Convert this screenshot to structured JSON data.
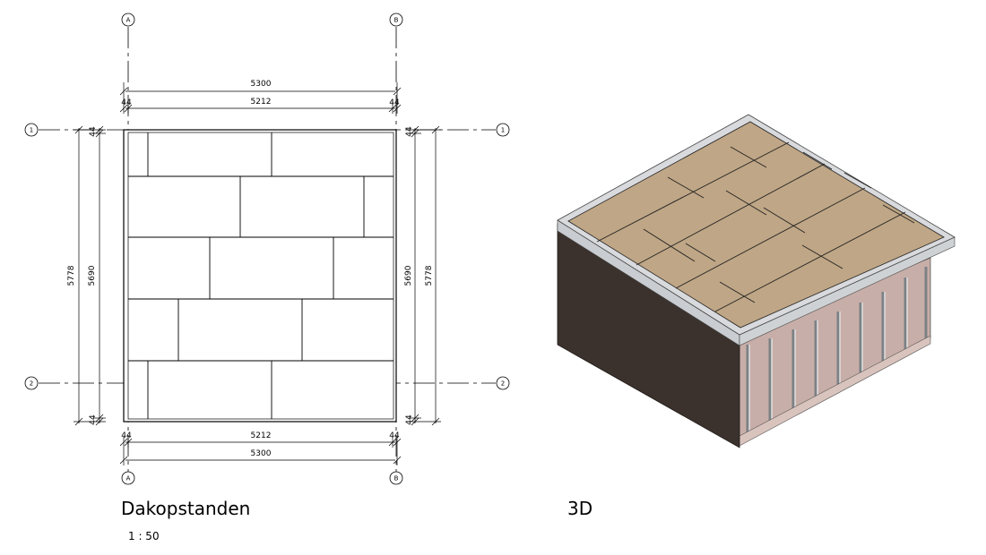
{
  "plan_view": {
    "title": "Dakopstanden",
    "scale": "1 : 50",
    "grids": {
      "a": "A",
      "b": "B",
      "one": "1",
      "two": "2"
    },
    "dimensions": {
      "overall_width": "5300",
      "inner_width": "5212",
      "overall_depth": "5778",
      "inner_depth": "5690",
      "edge_offset": "44"
    }
  },
  "view_3d": {
    "title": "3D"
  },
  "colors": {
    "roof_panel": "#bfa686",
    "dark_facade": "#3b322d",
    "steel_frame": "#cfd2d5",
    "glass": "#c8aea8"
  }
}
